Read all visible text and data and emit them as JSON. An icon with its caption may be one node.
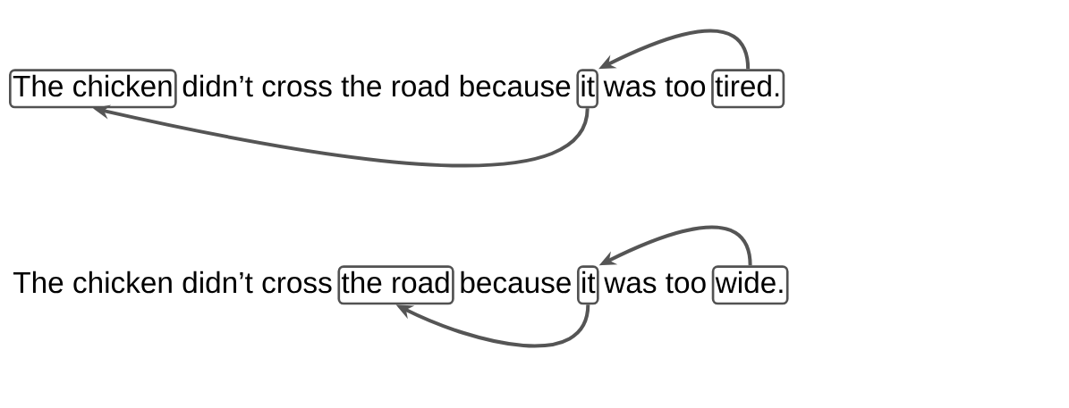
{
  "diagram": {
    "nodes": [
      {
        "text": [
          "The chicken"
        ]
      },
      {
        "text": [
          "it"
        ]
      },
      {
        "text": [
          "tired."
        ]
      },
      {
        "text": [
          "the road"
        ]
      },
      {
        "text": [
          "it"
        ]
      },
      {
        "text": [
          "wide."
        ]
      }
    ],
    "edges": [
      {
        "from": 2,
        "to": 1,
        "arrow": "to"
      },
      {
        "from": 1,
        "to": 0,
        "arrow": "to"
      },
      {
        "from": 5,
        "to": 4,
        "arrow": "to"
      },
      {
        "from": 4,
        "to": 3,
        "arrow": "to"
      }
    ],
    "labels": [
      "didn’t cross the road because",
      "was too",
      "The chicken didn’t cross",
      "because",
      "was too"
    ]
  }
}
